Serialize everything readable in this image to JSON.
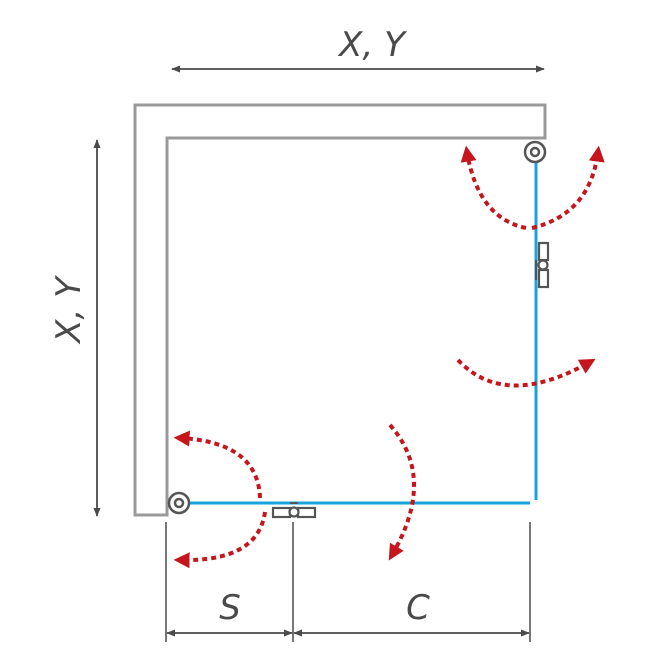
{
  "labels": {
    "top": "X, Y",
    "left": "X, Y",
    "bottom_left": "S",
    "bottom_right": "C"
  },
  "colors": {
    "wall": "#9a9a9a",
    "glass": "#1aa3d9",
    "arrow": "#c4161c",
    "dimension": "#4a4a4a",
    "hardware": "#555555"
  },
  "icons": {
    "hinge": "hinge-icon",
    "handle": "handle-icon",
    "swing": "swing-arrow-icon"
  }
}
